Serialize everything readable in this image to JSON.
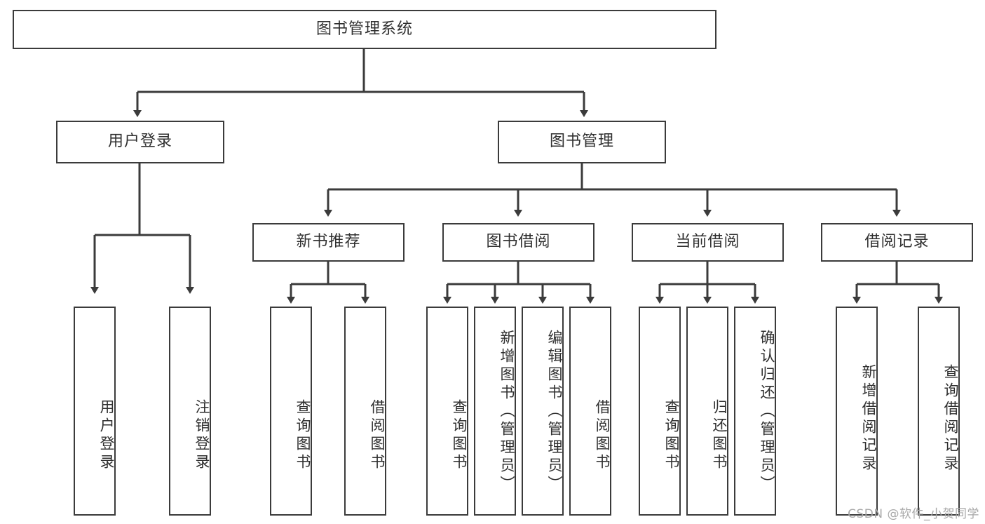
{
  "diagram": {
    "title": "图书管理系统",
    "root": {
      "id": "root",
      "label": "图书管理系统"
    },
    "level2": [
      {
        "id": "user-login",
        "label": "用户登录"
      },
      {
        "id": "book-manage",
        "label": "图书管理"
      }
    ],
    "level3": [
      {
        "id": "new-book-recommend",
        "label": "新书推荐"
      },
      {
        "id": "book-borrow",
        "label": "图书借阅"
      },
      {
        "id": "current-borrow",
        "label": "当前借阅"
      },
      {
        "id": "borrow-record",
        "label": "借阅记录"
      }
    ],
    "leaves": [
      {
        "id": "leaf-user-login",
        "label": "用户登录",
        "parent": "user-login"
      },
      {
        "id": "leaf-logout-login",
        "label": "注销登录",
        "parent": "user-login"
      },
      {
        "id": "leaf-query-book-1",
        "label": "查询图书",
        "parent": "new-book-recommend"
      },
      {
        "id": "leaf-borrow-book-1",
        "label": "借阅图书",
        "parent": "new-book-recommend"
      },
      {
        "id": "leaf-query-book-2",
        "label": "查询图书",
        "parent": "book-borrow"
      },
      {
        "id": "leaf-add-book",
        "label": "新增图书（管理员）",
        "parent": "book-borrow"
      },
      {
        "id": "leaf-edit-book",
        "label": "编辑图书（管理员）",
        "parent": "book-borrow"
      },
      {
        "id": "leaf-borrow-book-2",
        "label": "借阅图书",
        "parent": "book-borrow"
      },
      {
        "id": "leaf-query-book-3",
        "label": "查询图书",
        "parent": "current-borrow"
      },
      {
        "id": "leaf-return-book",
        "label": "归还图书",
        "parent": "current-borrow"
      },
      {
        "id": "leaf-confirm-return",
        "label": "确认归还（管理员）",
        "parent": "current-borrow"
      },
      {
        "id": "leaf-add-record",
        "label": "新增借阅记录",
        "parent": "borrow-record"
      },
      {
        "id": "leaf-query-record",
        "label": "查询借阅记录",
        "parent": "borrow-record"
      }
    ]
  },
  "watermark": {
    "text": "CSDN @软件_小贺同学"
  },
  "colors": {
    "stroke": "#3b3b3b",
    "text": "#2f2f2f",
    "background": "#ffffff",
    "watermark": "#a8a8a8"
  }
}
